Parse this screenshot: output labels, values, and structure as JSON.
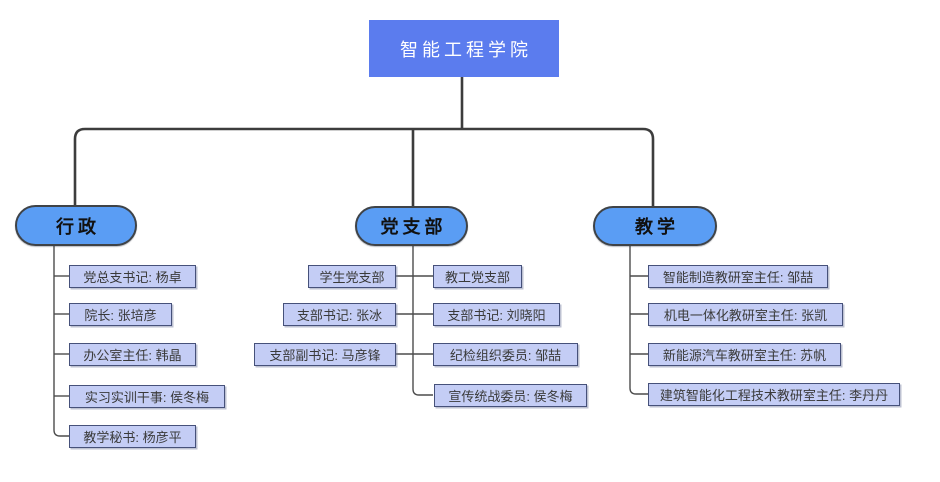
{
  "chart": {
    "root": "智能工程学院",
    "branches": [
      {
        "label": "行政",
        "children": [
          "党总支书记: 杨卓",
          "院长: 张培彦",
          "办公室主任: 韩晶",
          "实习实训干事: 侯冬梅",
          "教学秘书: 杨彦平"
        ]
      },
      {
        "label": "党支部",
        "columns": {
          "left": [
            "学生党支部",
            "支部书记: 张冰",
            "支部副书记: 马彦锋"
          ],
          "right": [
            "教工党支部",
            "支部书记: 刘晓阳",
            "纪检组织委员: 邹喆",
            "宣传统战委员: 侯冬梅"
          ]
        }
      },
      {
        "label": "教学",
        "children": [
          "智能制造教研室主任: 邹喆",
          "机电一体化教研室主任: 张凯",
          "新能源汽车教研室主任: 苏帆",
          "建筑智能化工程技术教研室主任: 李丹丹"
        ]
      }
    ],
    "colors": {
      "root_fill": "#5b7cee",
      "root_text": "#ffffff",
      "branch_fill": "#5a9df4",
      "branch_border": "#3f4347",
      "child_fill": "#c4cdf5",
      "child_border": "#46517a",
      "connector_main": "#3d3d3d",
      "connector_sub": "#4c4c4c"
    }
  }
}
